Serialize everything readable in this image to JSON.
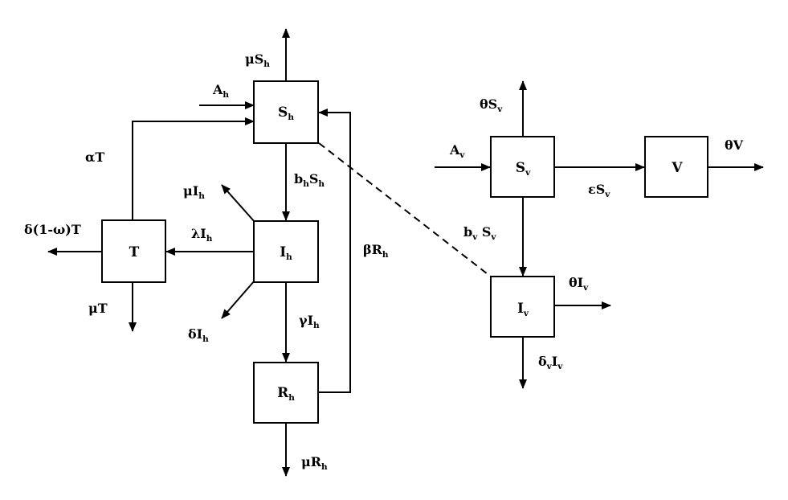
{
  "compartments": {
    "sh": {
      "main": "S",
      "sub": "h"
    },
    "ih": {
      "main": "I",
      "sub": "h"
    },
    "rh": {
      "main": "R",
      "sub": "h"
    },
    "t": {
      "main": "T",
      "sub": ""
    },
    "sv": {
      "main": "S",
      "sub": "v"
    },
    "iv": {
      "main": "I",
      "sub": "v"
    },
    "v": {
      "main": "V",
      "sub": ""
    }
  },
  "rates": {
    "mu_sh": {
      "main": "μS",
      "sub": "h",
      "tail": ""
    },
    "a_h": {
      "main": "A",
      "sub": "h",
      "tail": ""
    },
    "alpha_t": {
      "main": "αT",
      "sub": "",
      "tail": ""
    },
    "bh_sh": {
      "main": "b",
      "sub": "h",
      "tail": "S",
      "sub2": "h"
    },
    "mu_ih": {
      "main": "μI",
      "sub": "h",
      "tail": ""
    },
    "lambda_ih": {
      "main": "λI",
      "sub": "h",
      "tail": ""
    },
    "delta_1w_t": {
      "main": "δ(1-ω)T",
      "sub": "",
      "tail": ""
    },
    "mu_t": {
      "main": "μT",
      "sub": "",
      "tail": ""
    },
    "delta_ih": {
      "main": "δI",
      "sub": "h",
      "tail": ""
    },
    "gamma_ih": {
      "main": "γI",
      "sub": "h",
      "tail": ""
    },
    "beta_rh": {
      "main": "βR",
      "sub": "h",
      "tail": ""
    },
    "mu_rh": {
      "main": "μR",
      "sub": "h",
      "tail": ""
    },
    "theta_sv": {
      "main": "θS",
      "sub": "v",
      "tail": ""
    },
    "a_v": {
      "main": "A",
      "sub": "v",
      "tail": ""
    },
    "eps_sv": {
      "main": "εS",
      "sub": "v",
      "tail": ""
    },
    "theta_v": {
      "main": "θV",
      "sub": "",
      "tail": ""
    },
    "bv_sv": {
      "main": "b",
      "sub": "v",
      "tail": " S",
      "sub2": "v"
    },
    "theta_iv": {
      "main": "θI",
      "sub": "v",
      "tail": ""
    },
    "deltav_iv": {
      "main": "δ",
      "sub": "v",
      "tail": "I",
      "sub2": "v"
    }
  }
}
